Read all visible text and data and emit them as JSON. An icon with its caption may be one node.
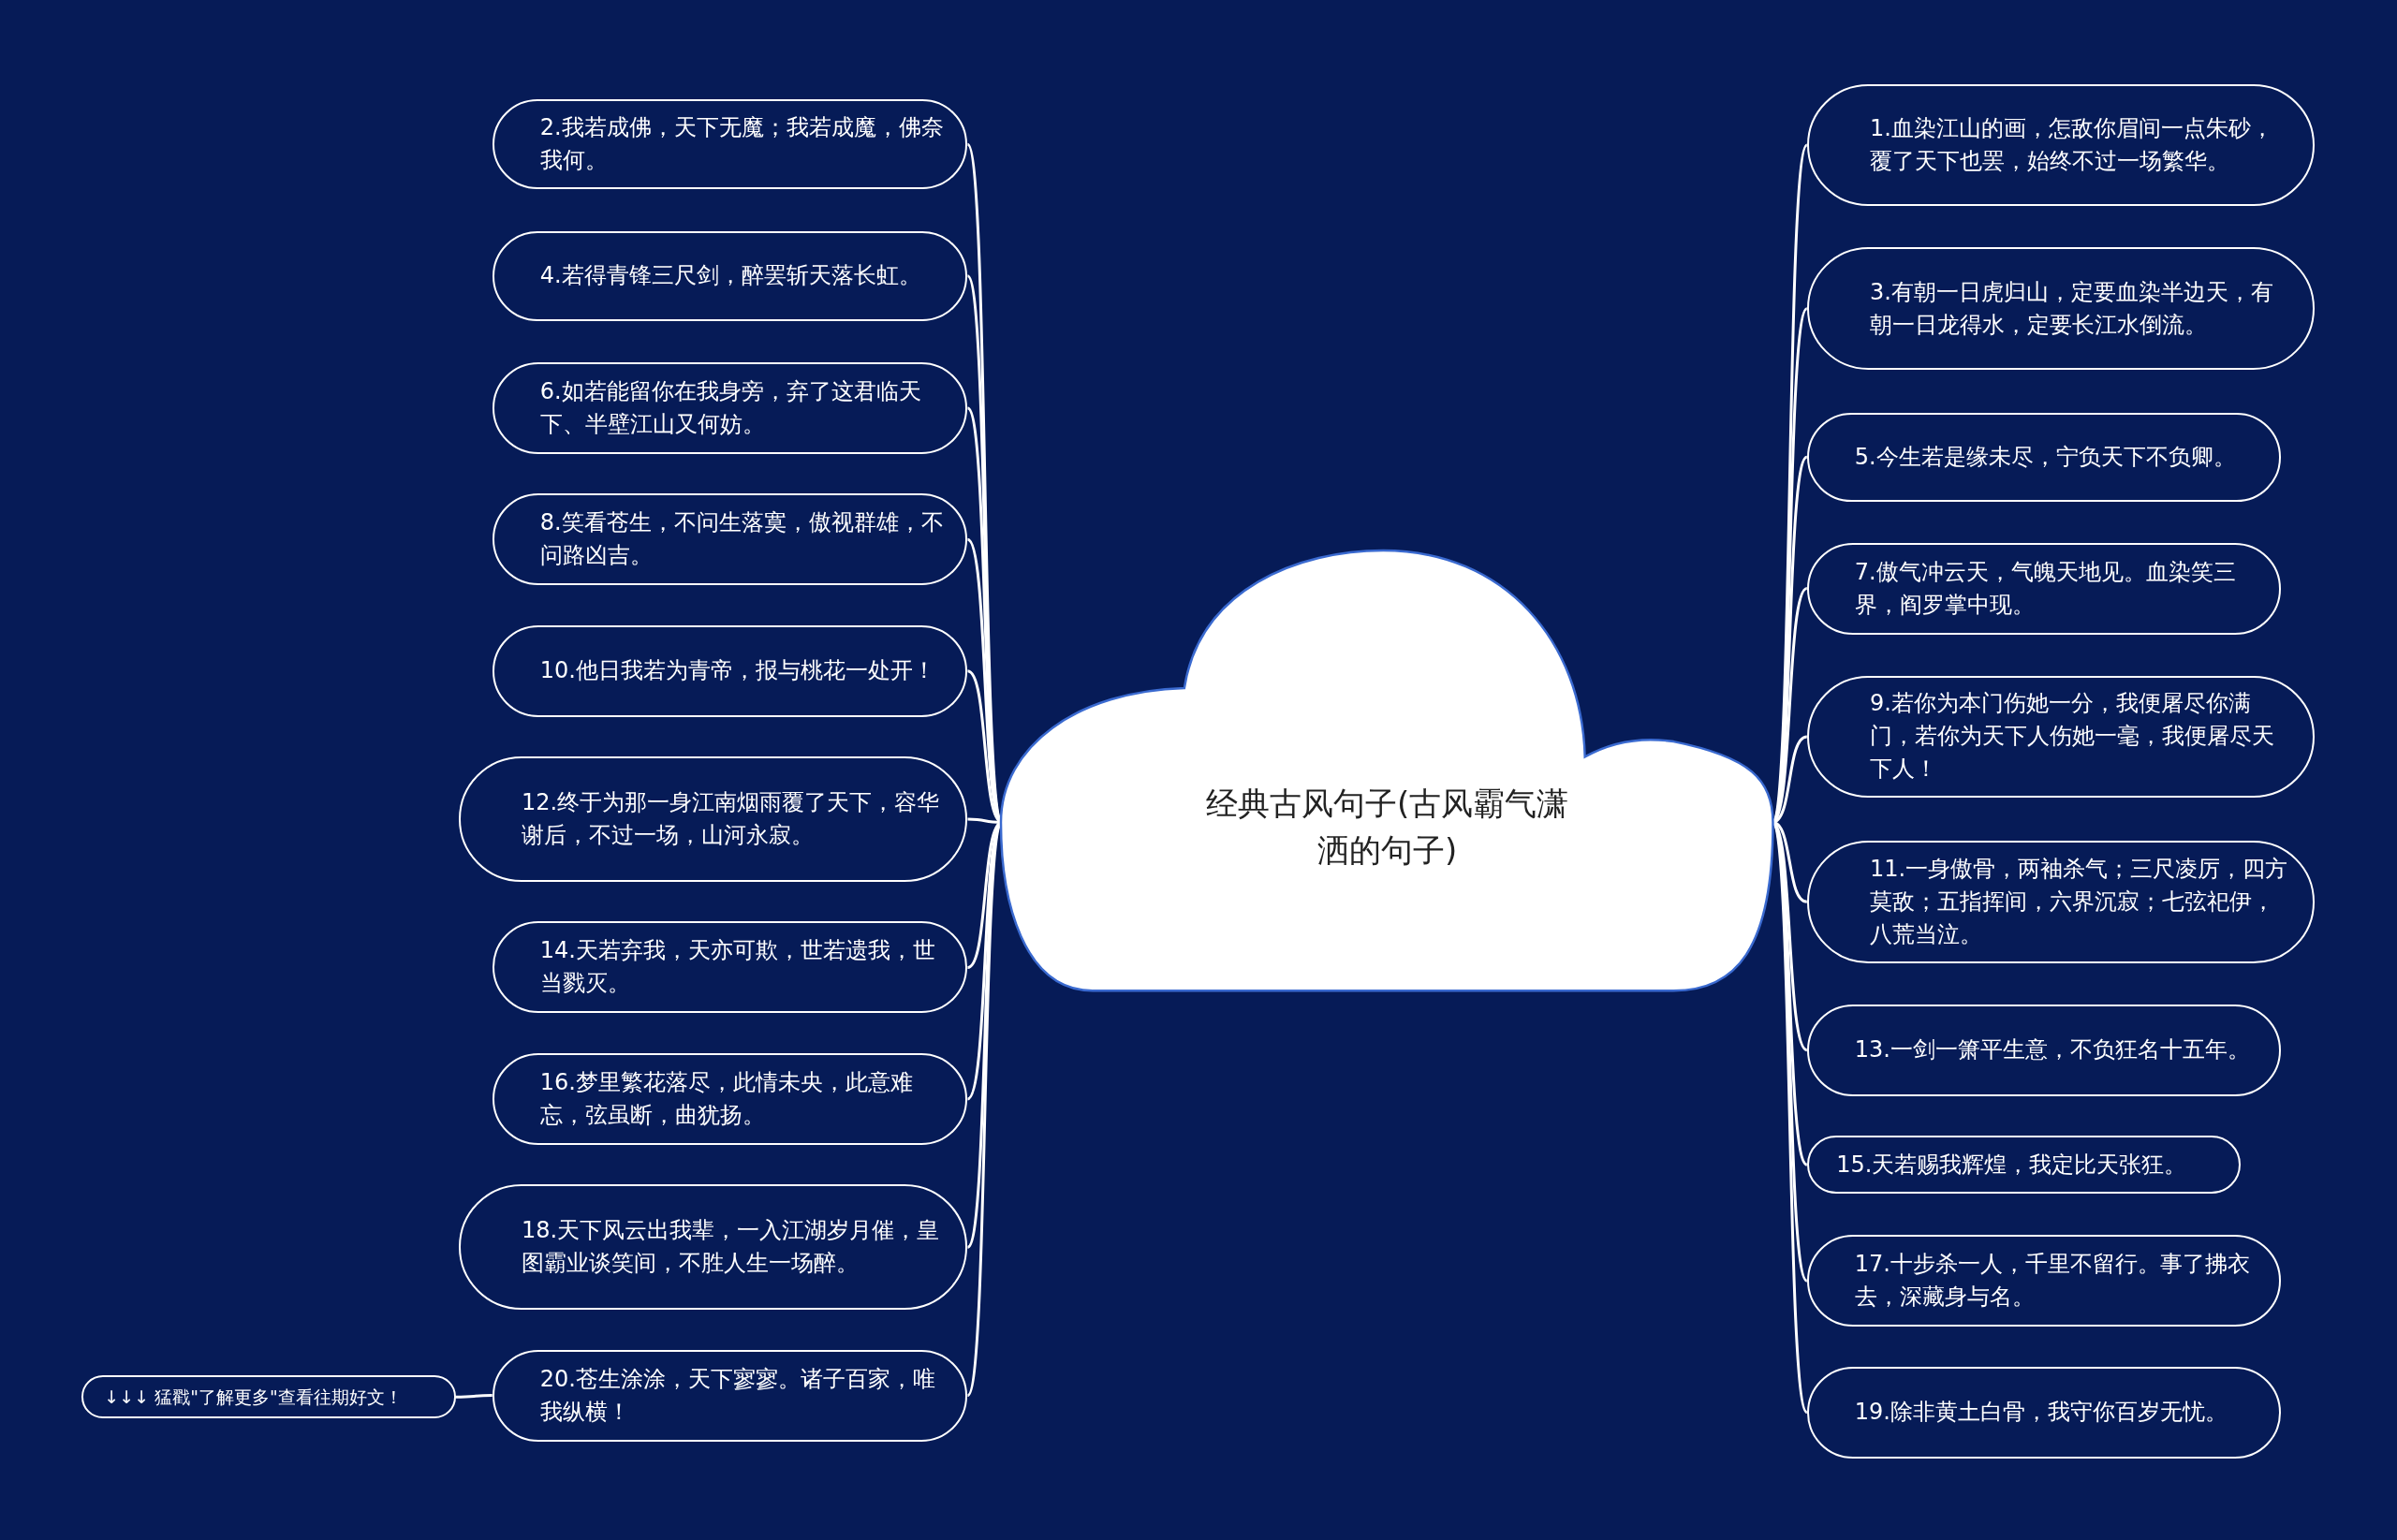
{
  "diagram": {
    "nodes": [
      {
        "text": [
          "经典古风句子(古风霸气潇洒的句子)"
        ]
      },
      {
        "text": [
          "1.血染江山的画，怎敌你眉间一点朱砂，覆了天下也罢，始终不过一场繁华。"
        ]
      },
      {
        "text": [
          "2.我若成佛，天下无魔；我若成魔，佛奈我何。"
        ]
      },
      {
        "text": [
          "3.有朝一日虎归山，定要血染半边天，有朝一日龙得水，定要长江水倒流。"
        ]
      },
      {
        "text": [
          "4.若得青锋三尺剑，醉罢斩天落长虹。"
        ]
      },
      {
        "text": [
          "5.今生若是缘未尽，宁负天下不负卿。"
        ]
      },
      {
        "text": [
          "6.如若能留你在我身旁，弃了这君临天下、半壁江山又何妨。"
        ]
      },
      {
        "text": [
          "7.傲气冲云天，气魄天地见。血染笑三界，阎罗掌中现。"
        ]
      },
      {
        "text": [
          "8.笑看苍生，不问生落寞，傲视群雄，不问路凶吉。"
        ]
      },
      {
        "text": [
          "9.若你为本门伤她一分，我便屠尽你满门，若你为天下人伤她一毫，我便屠尽天下人！"
        ]
      },
      {
        "text": [
          "10.他日我若为青帝，报与桃花一处开！"
        ]
      },
      {
        "text": [
          "11.一身傲骨，两袖杀气；三尺凌厉，四方莫敌；五指挥间，六界沉寂；七弦祀伊，八荒当泣。"
        ]
      },
      {
        "text": [
          "12.终于为那一身江南烟雨覆了天下，容华谢后，不过一场，山河永寂。"
        ]
      },
      {
        "text": [
          "13.一剑一箫平生意，不负狂名十五年。"
        ]
      },
      {
        "text": [
          "14.天若弃我，天亦可欺，世若遗我，世当戮灭。"
        ]
      },
      {
        "text": [
          "15.天若赐我辉煌，我定比天张狂。"
        ]
      },
      {
        "text": [
          "16.梦里繁花落尽，此情未央，此意难忘，弦虽断，曲犹扬。"
        ]
      },
      {
        "text": [
          "17.十步杀一人，千里不留行。事了拂衣去，深藏身与名。"
        ]
      },
      {
        "text": [
          "18.天下风云出我辈，一入江湖岁月催，皇图霸业谈笑间，不胜人生一场醉。"
        ]
      },
      {
        "text": [
          "19.除非黄土白骨，我守你百岁无忧。"
        ]
      },
      {
        "text": [
          "20.苍生涂涂，天下寥寥。诸子百家，唯我纵横！"
        ]
      },
      {
        "text": [
          "↓↓↓ 猛戳\"了解更多\"查看往期好文！"
        ]
      }
    ],
    "edges": [
      {
        "from": 0,
        "to": 1,
        "arrow": "none"
      },
      {
        "from": 0,
        "to": 2,
        "arrow": "none"
      },
      {
        "from": 0,
        "to": 3,
        "arrow": "none"
      },
      {
        "from": 0,
        "to": 4,
        "arrow": "none"
      },
      {
        "from": 0,
        "to": 5,
        "arrow": "none"
      },
      {
        "from": 0,
        "to": 6,
        "arrow": "none"
      },
      {
        "from": 0,
        "to": 7,
        "arrow": "none"
      },
      {
        "from": 0,
        "to": 8,
        "arrow": "none"
      },
      {
        "from": 0,
        "to": 9,
        "arrow": "none"
      },
      {
        "from": 0,
        "to": 10,
        "arrow": "none"
      },
      {
        "from": 0,
        "to": 11,
        "arrow": "none"
      },
      {
        "from": 0,
        "to": 12,
        "arrow": "none"
      },
      {
        "from": 0,
        "to": 13,
        "arrow": "none"
      },
      {
        "from": 0,
        "to": 14,
        "arrow": "none"
      },
      {
        "from": 0,
        "to": 15,
        "arrow": "none"
      },
      {
        "from": 0,
        "to": 16,
        "arrow": "none"
      },
      {
        "from": 0,
        "to": 17,
        "arrow": "none"
      },
      {
        "from": 0,
        "to": 18,
        "arrow": "none"
      },
      {
        "from": 0,
        "to": 19,
        "arrow": "none"
      },
      {
        "from": 0,
        "to": 20,
        "arrow": "none"
      },
      {
        "from": 20,
        "to": 21,
        "arrow": "none"
      }
    ]
  }
}
